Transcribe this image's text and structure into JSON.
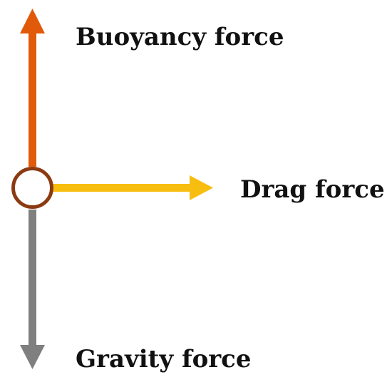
{
  "labels": {
    "buoyancy": "Buoyancy force",
    "drag": "Drag force",
    "gravity": "Gravity force"
  },
  "colors": {
    "buoyancy": "#e05a0a",
    "drag": "#f7be10",
    "gravity": "#7f7f7f",
    "particle_outline": "#8c3a12",
    "particle_fill": "#ffffff",
    "text": "#111111"
  },
  "icons": {
    "particle": "circle",
    "arrows": "arrow"
  }
}
